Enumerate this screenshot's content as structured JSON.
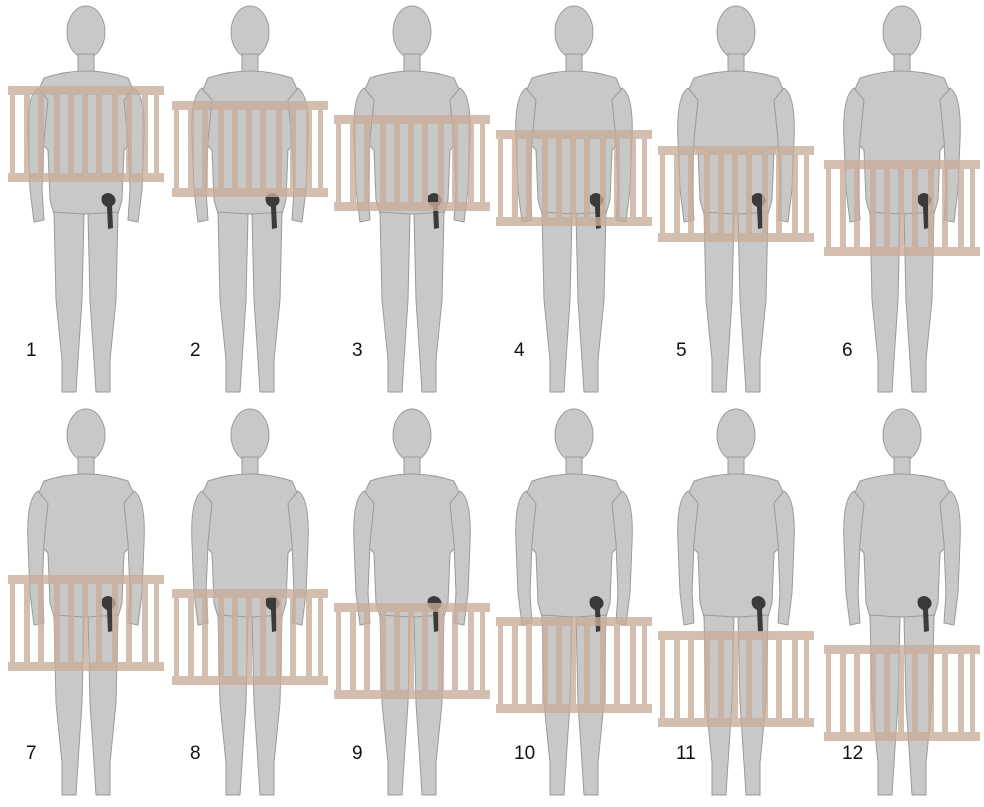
{
  "figure": {
    "panels": [
      {
        "number": "1"
      },
      {
        "number": "2"
      },
      {
        "number": "3"
      },
      {
        "number": "4"
      },
      {
        "number": "5"
      },
      {
        "number": "6"
      },
      {
        "number": "7"
      },
      {
        "number": "8"
      },
      {
        "number": "9"
      },
      {
        "number": "10"
      },
      {
        "number": "11"
      },
      {
        "number": "12"
      }
    ],
    "colors": {
      "body_silhouette": "#c8c8c8",
      "body_outline": "#9a9a9a",
      "frame": "#c9ad9a",
      "implant": "#3a3a3a",
      "label": "#111111"
    }
  }
}
